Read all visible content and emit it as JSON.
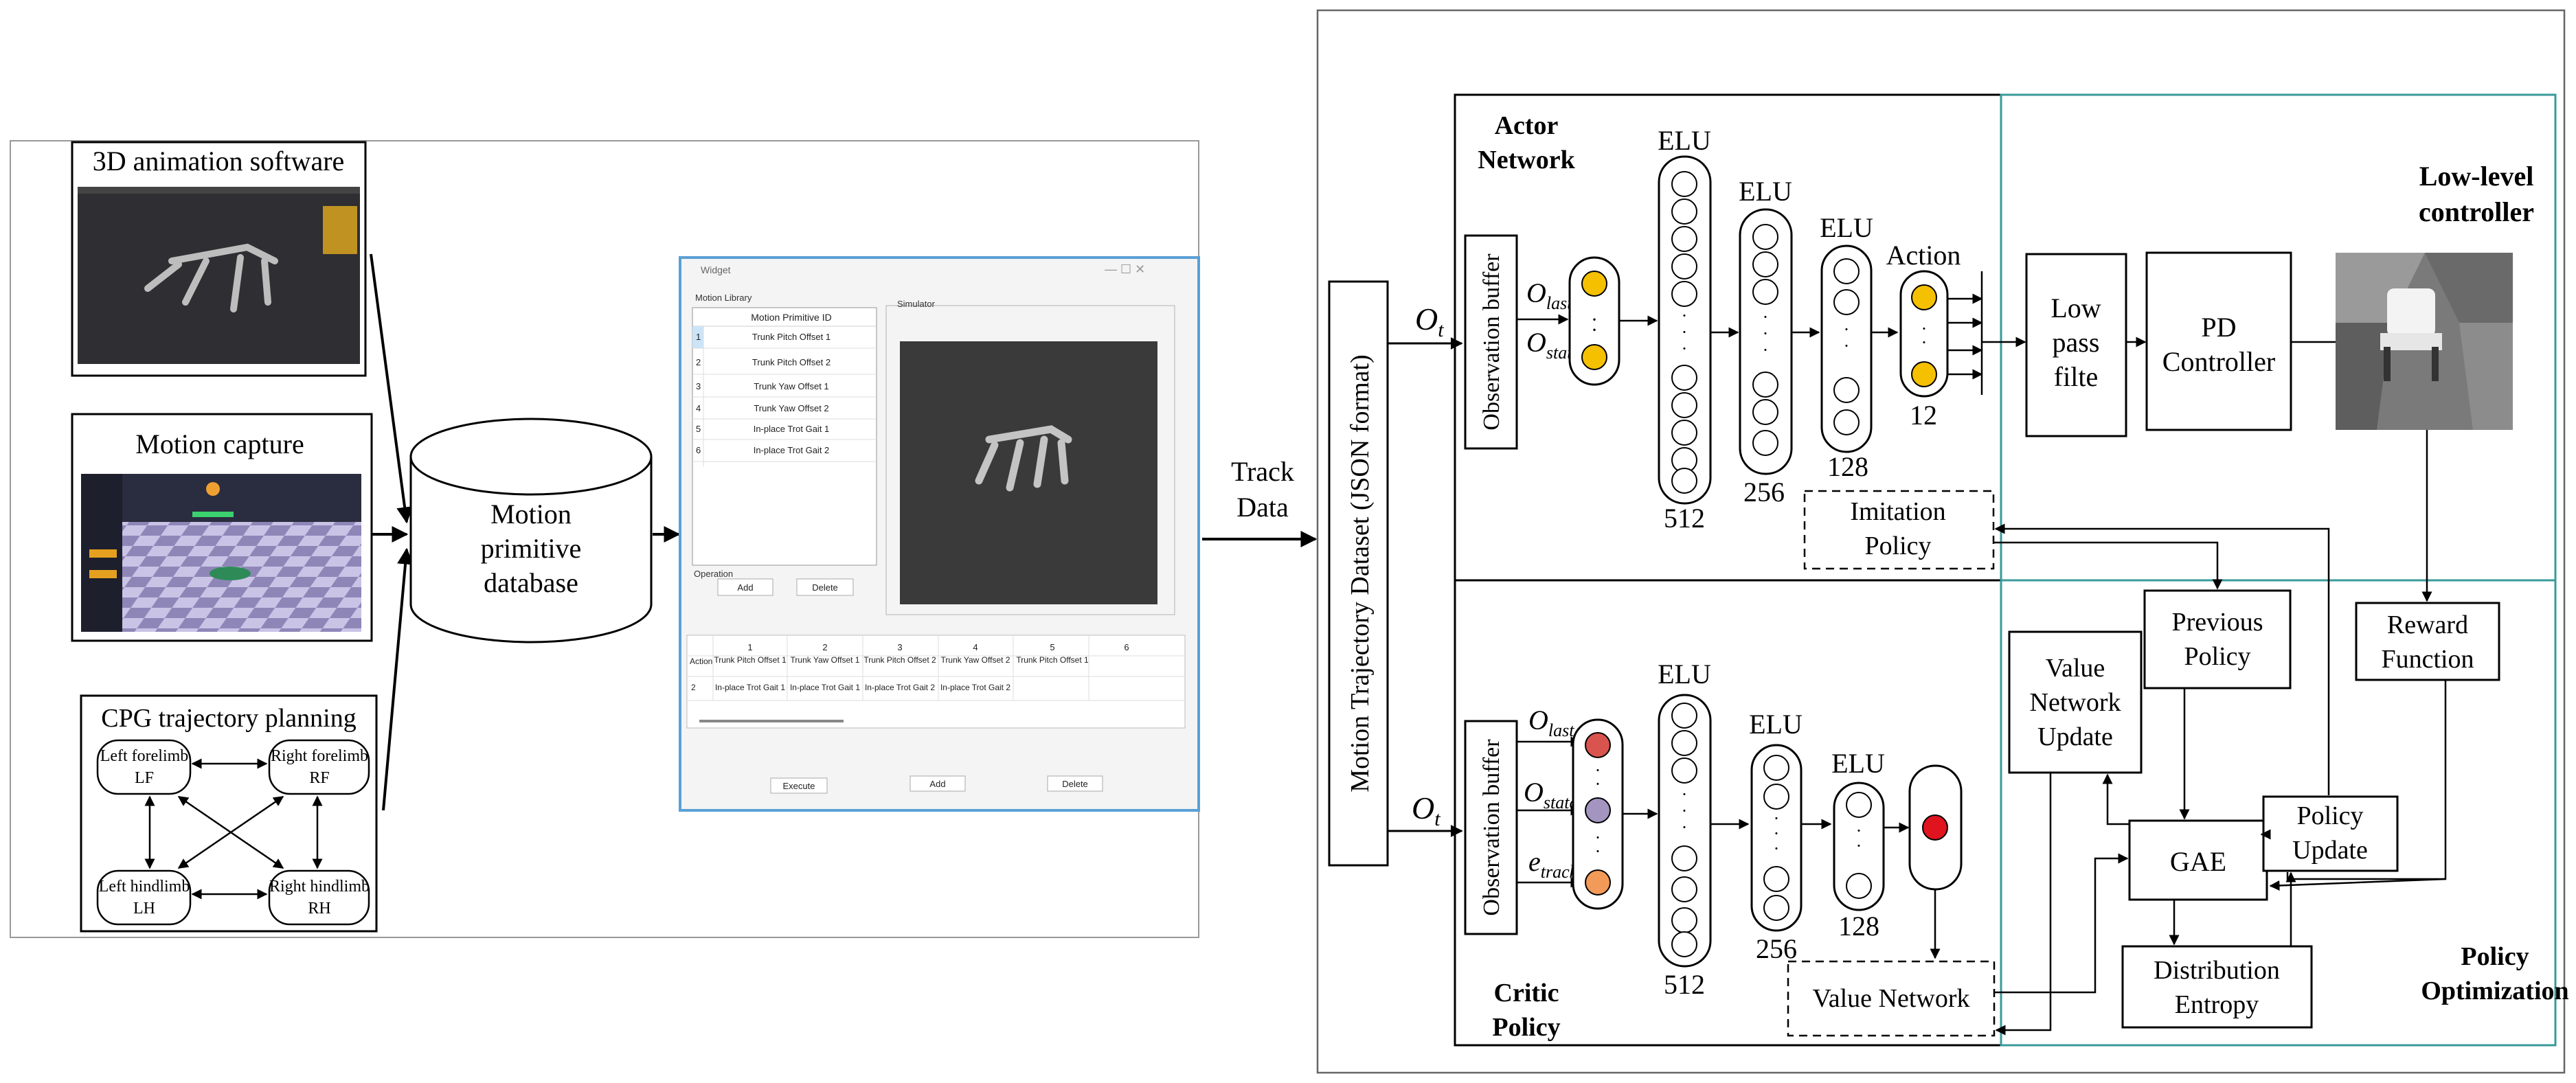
{
  "sources": {
    "animation": {
      "title": "3D animation software"
    },
    "mocap": {
      "title": "Motion capture"
    },
    "cpg": {
      "title": "CPG trajectory planning",
      "limbs": [
        {
          "line1": "Left forelimb",
          "line2": "LF"
        },
        {
          "line1": "Right forelimb",
          "line2": "RF"
        },
        {
          "line1": "Left hindlimb",
          "line2": "LH"
        },
        {
          "line1": "Right hindlimb",
          "line2": "RH"
        }
      ]
    }
  },
  "database": {
    "line1": "Motion",
    "line2": "primitive",
    "line3": "database"
  },
  "widget": {
    "title": "Widget",
    "library_label": "Motion Library",
    "simulator_label": "Simulator",
    "list_header": "Motion Primitive ID",
    "list_rows": [
      "Trunk Pitch Offset 1",
      "Trunk Pitch Offset 2",
      "Trunk Yaw Offset 1",
      "Trunk Yaw Offset 2",
      "In-place Trot Gait 1",
      "In-place Trot Gait 2"
    ],
    "list_numbers": [
      "1",
      "2",
      "3",
      "4",
      "5",
      "6"
    ],
    "operation_label": "Operation",
    "add_label": "Add",
    "delete_label": "Delete",
    "table_cols": [
      "1",
      "2",
      "3",
      "4",
      "5",
      "6"
    ],
    "table_row_labels": [
      "Action",
      "2"
    ],
    "table_row1": [
      "Trunk Pitch Offset 1",
      "Trunk Yaw Offset 1",
      "Trunk Pitch Offset 2",
      "Trunk Yaw Offset 2",
      "Trunk Pitch Offset 1",
      ""
    ],
    "table_row2": [
      "In-place Trot Gait 1",
      "In-place Trot Gait 1",
      "In-place Trot Gait 2",
      "In-place Trot Gait 2",
      "",
      ""
    ],
    "execute_label": "Execute",
    "add2_label": "Add",
    "delete2_label": "Delete"
  },
  "track": {
    "line1": "Track",
    "line2": "Data"
  },
  "dataset_label": "Motion Trajectory Dataset (JSON format)",
  "actor": {
    "title1": "Actor",
    "title2": "Network",
    "obs_buffer": "Observation buffer",
    "ot": "O",
    "ot_sub": "t",
    "in1": "O",
    "in1_sub": "last",
    "in2": "O",
    "in2_sub": "state",
    "layers": [
      {
        "act": "ELU",
        "size": "512"
      },
      {
        "act": "ELU",
        "size": "256"
      },
      {
        "act": "ELU",
        "size": "128"
      }
    ],
    "action_label": "Action",
    "action_size": "12",
    "imitation1": "Imitation",
    "imitation2": "Policy"
  },
  "lowlevel": {
    "title1": "Low-level",
    "title2": "controller",
    "filter1": "Low",
    "filter2": "pass",
    "filter3": "filte",
    "pd1": "PD",
    "pd2": "Controller"
  },
  "critic": {
    "title1": "Critic",
    "title2": "Policy",
    "obs_buffer": "Observation buffer",
    "ot": "O",
    "ot_sub": "t",
    "in1": "O",
    "in1_sub": "last",
    "in2": "O",
    "in2_sub": "state",
    "in3": "e",
    "in3_sub": "track",
    "layers": [
      {
        "act": "ELU",
        "size": "512"
      },
      {
        "act": "ELU",
        "size": "256"
      },
      {
        "act": "ELU",
        "size": "128"
      }
    ],
    "value_network": "Value Network"
  },
  "optimization": {
    "title1": "Policy",
    "title2": "Optimization",
    "prev1": "Previous",
    "prev2": "Policy",
    "reward1": "Reward",
    "reward2": "Function",
    "vnu1": "Value",
    "vnu2": "Network",
    "vnu3": "Update",
    "gae": "GAE",
    "pu1": "Policy",
    "pu2": "Update",
    "de1": "Distribution",
    "de2": "Entropy"
  },
  "colors": {
    "accent_teal": "#3a9a9a",
    "neuron_yellow": "#f5c000",
    "neuron_red": "#d9534f",
    "neuron_purple": "#a394c0",
    "neuron_orange": "#f29a57",
    "output_red": "#e0141e",
    "widget_border": "#5aa0d6"
  }
}
